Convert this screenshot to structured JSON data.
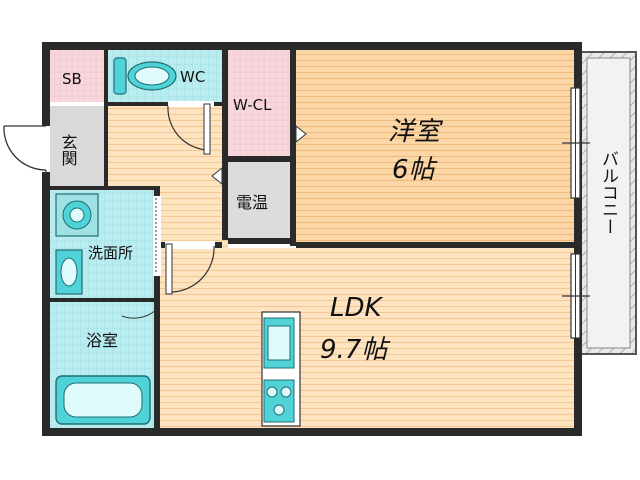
{
  "plan": {
    "rooms": {
      "sb": "SB",
      "wc": "WC",
      "wcl": "W-CL",
      "genkan": "玄関",
      "youshitsu": {
        "name": "洋室",
        "size": "6帖"
      },
      "denon": "電温",
      "senmen": "洗面所",
      "ldk": {
        "name": "LDK",
        "size": "9.7帖"
      },
      "yokushitsu": "浴室",
      "balcony": "バルコニー"
    },
    "colors": {
      "wall": "#2a2a2a",
      "tatami_floor": "#fbd6a6",
      "flooring": "#fde3c0",
      "wet_area": "#b9ecef",
      "storage": "#f7d6dc",
      "genkan": "#d9d9d9",
      "balcony": "#e6e6e6",
      "fixture": "#4fd3d8"
    }
  }
}
